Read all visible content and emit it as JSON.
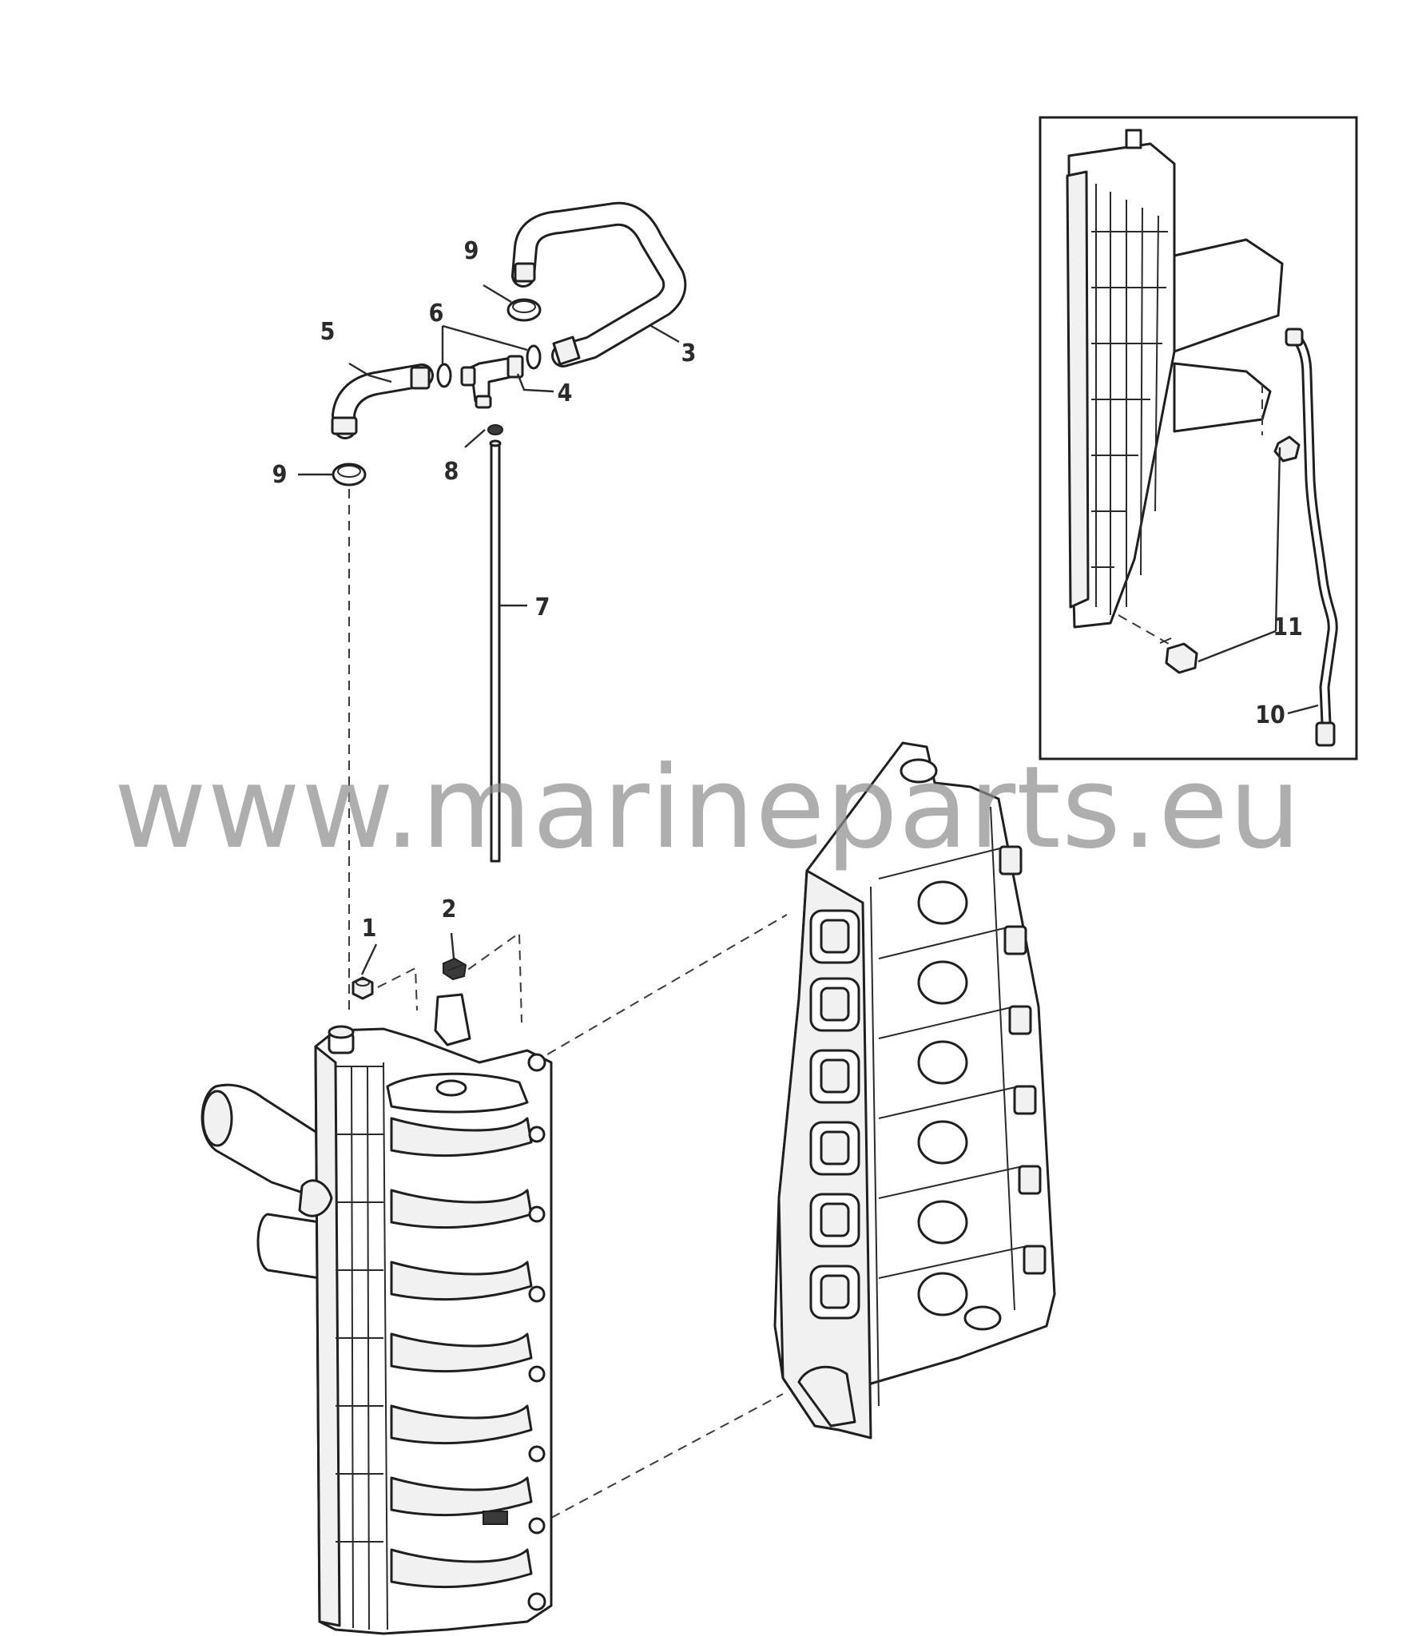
{
  "watermark": "www.marineparts.eu",
  "callouts": [
    {
      "id": "1",
      "label": "1"
    },
    {
      "id": "2",
      "label": "2"
    },
    {
      "id": "3",
      "label": "3"
    },
    {
      "id": "4",
      "label": "4"
    },
    {
      "id": "5",
      "label": "5"
    },
    {
      "id": "6",
      "label": "6"
    },
    {
      "id": "7",
      "label": "7"
    },
    {
      "id": "8",
      "label": "8"
    },
    {
      "id": "9a",
      "label": "9"
    },
    {
      "id": "9b",
      "label": "9"
    },
    {
      "id": "10",
      "label": "10"
    },
    {
      "id": "11",
      "label": "11"
    }
  ]
}
